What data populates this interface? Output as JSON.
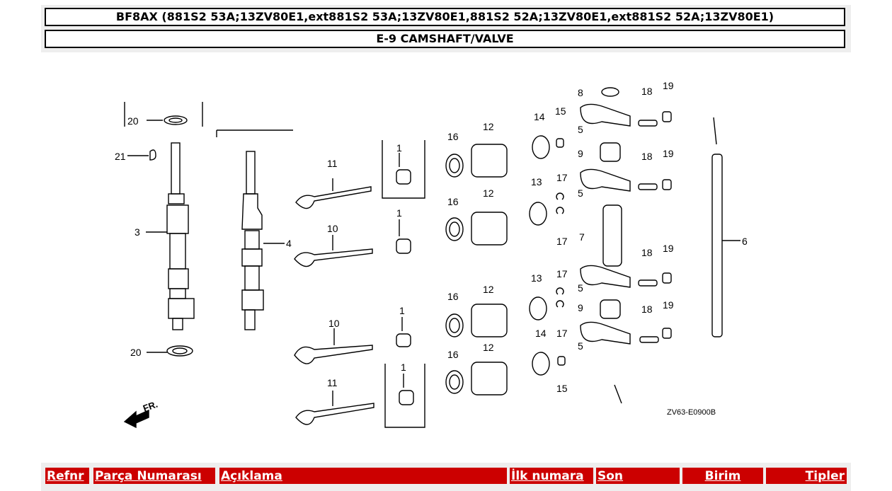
{
  "header": {
    "model": "BF8AX (881S2 53A;13ZV80E1,ext881S2 53A;13ZV80E1,881S2 52A;13ZV80E1,ext881S2 52A;13ZV80E1)",
    "section": "E-9 CAMSHAFT/VALVE"
  },
  "diagram": {
    "code": "ZV63-E0900B",
    "direction_label": "FR.",
    "callouts": [
      "1",
      "3",
      "4",
      "5",
      "6",
      "7",
      "8",
      "9",
      "10",
      "11",
      "12",
      "13",
      "14",
      "15",
      "16",
      "17",
      "18",
      "19",
      "20",
      "21"
    ]
  },
  "table": {
    "columns": {
      "ref": "Refnr",
      "part_number": "Parça Numarası",
      "description": "Açıklama",
      "first_number": "İlk numara",
      "last": "Son",
      "unit": "Birim",
      "types": "Tipler"
    }
  },
  "colors": {
    "header_red": "#cc0000",
    "frame_gray": "#eeeeee"
  }
}
